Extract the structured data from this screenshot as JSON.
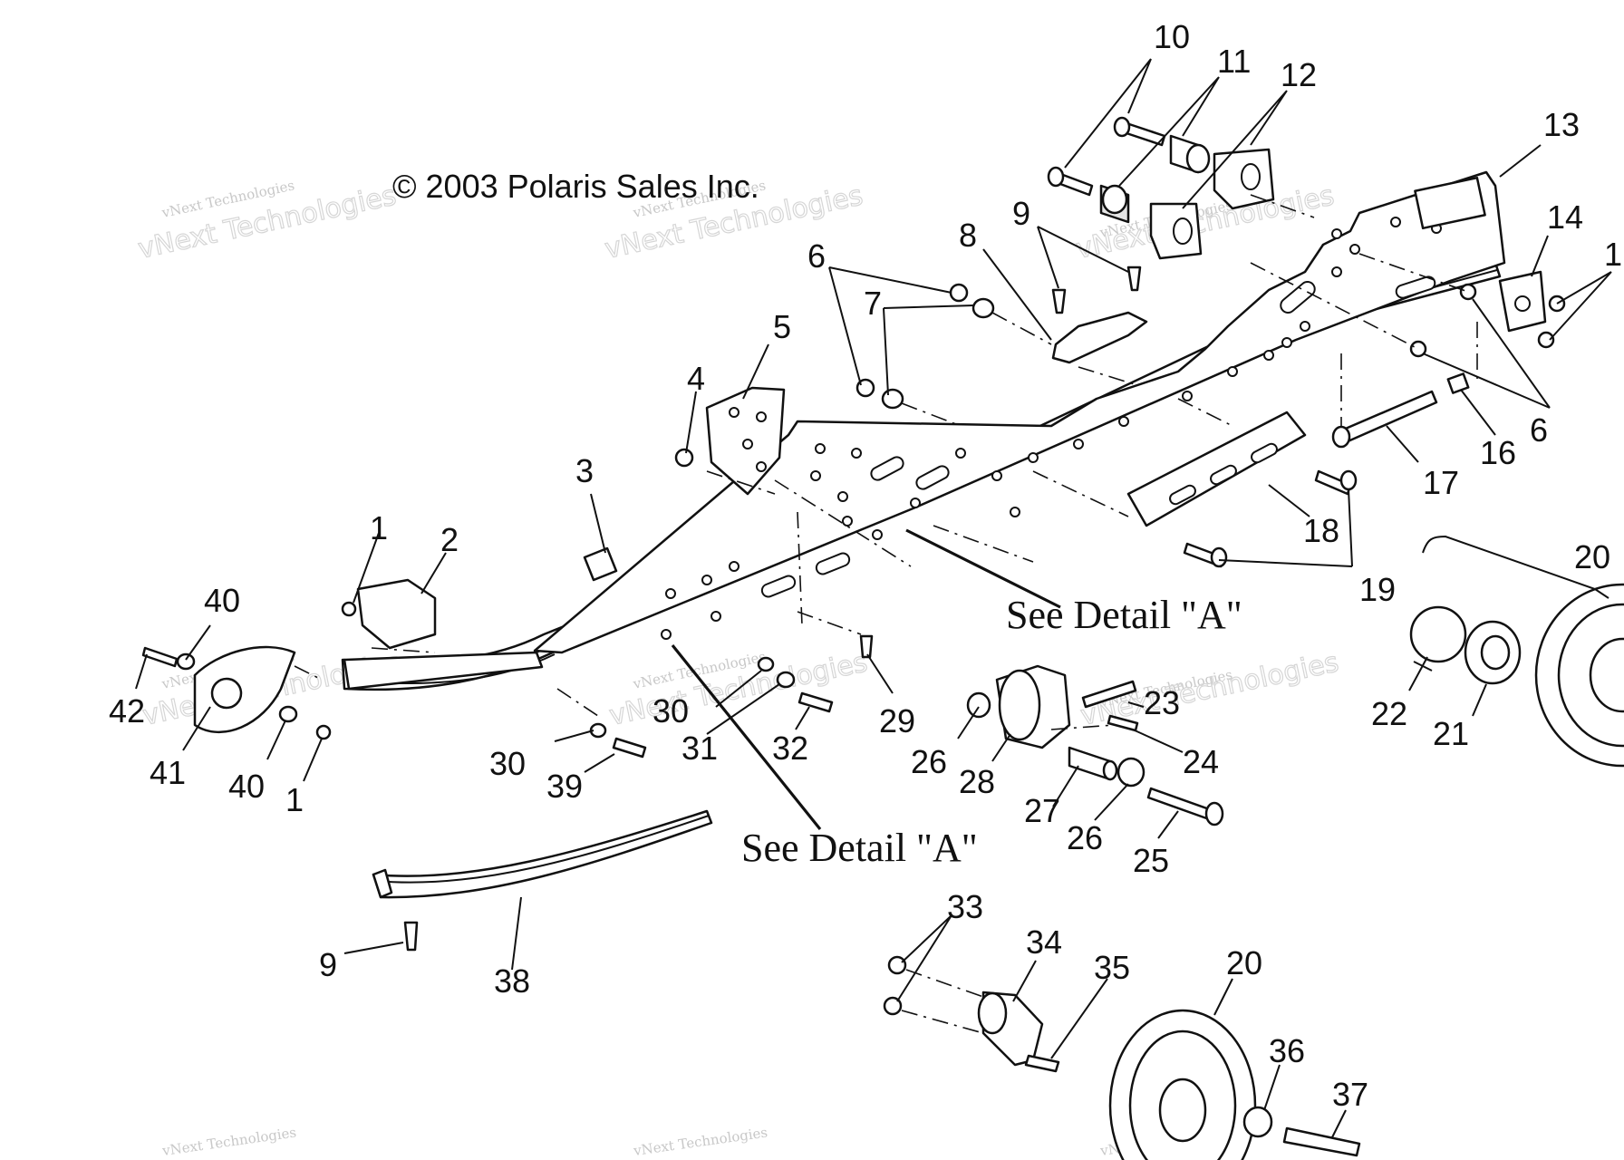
{
  "copyright": "© 2003 Polaris Sales Inc.",
  "detail_callouts": [
    "See Detail \"A\"",
    "See Detail \"A\""
  ],
  "watermark": {
    "line1": "vNext Technologies",
    "line2": "vNext Technologies"
  },
  "callouts": [
    "10",
    "11",
    "12",
    "13",
    "14",
    "1",
    "9",
    "8",
    "6",
    "7",
    "5",
    "4",
    "3",
    "2",
    "1",
    "40",
    "42",
    "41",
    "40",
    "1",
    "6",
    "16",
    "17",
    "18",
    "19",
    "20",
    "22",
    "21",
    "23",
    "24",
    "26",
    "28",
    "27",
    "26",
    "25",
    "29",
    "30",
    "30",
    "31",
    "32",
    "39",
    "9",
    "38",
    "33",
    "34",
    "35",
    "20",
    "36",
    "37"
  ]
}
